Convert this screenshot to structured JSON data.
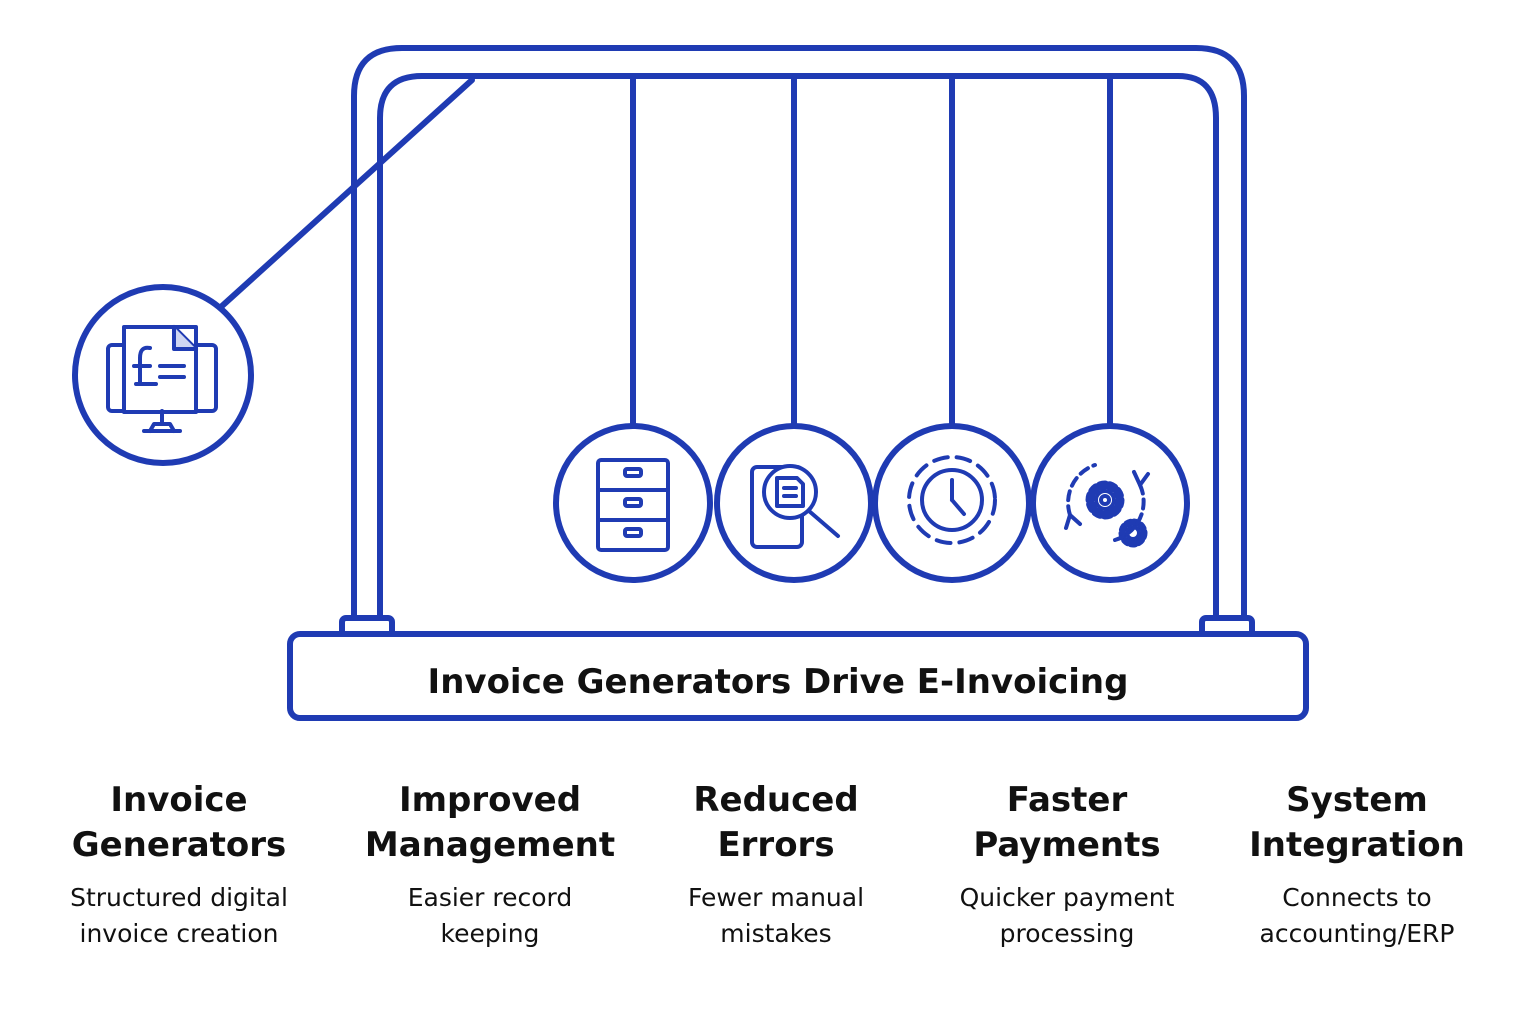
{
  "colors": {
    "stroke": "#1f3bb3",
    "text": "#111111",
    "background": "#ffffff"
  },
  "base": {
    "title": "Invoice Generators Drive E-Invoicing"
  },
  "balls": [
    {
      "icon": "invoice-monitor-icon",
      "title_line1": "Invoice",
      "title_line2": "Generators",
      "desc_line1": "Structured digital",
      "desc_line2": "invoice creation"
    },
    {
      "icon": "filing-cabinet-icon",
      "title_line1": "Improved",
      "title_line2": "Management",
      "desc_line1": "Easier record",
      "desc_line2": "keeping"
    },
    {
      "icon": "document-search-icon",
      "title_line1": "Reduced",
      "title_line2": "Errors",
      "desc_line1": "Fewer manual",
      "desc_line2": "mistakes"
    },
    {
      "icon": "clock-icon",
      "title_line1": "Faster",
      "title_line2": "Payments",
      "desc_line1": "Quicker payment",
      "desc_line2": "processing"
    },
    {
      "icon": "gears-sync-icon",
      "title_line1": "System",
      "title_line2": "Integration",
      "desc_line1": "Connects to",
      "desc_line2": "accounting/ERP"
    }
  ]
}
